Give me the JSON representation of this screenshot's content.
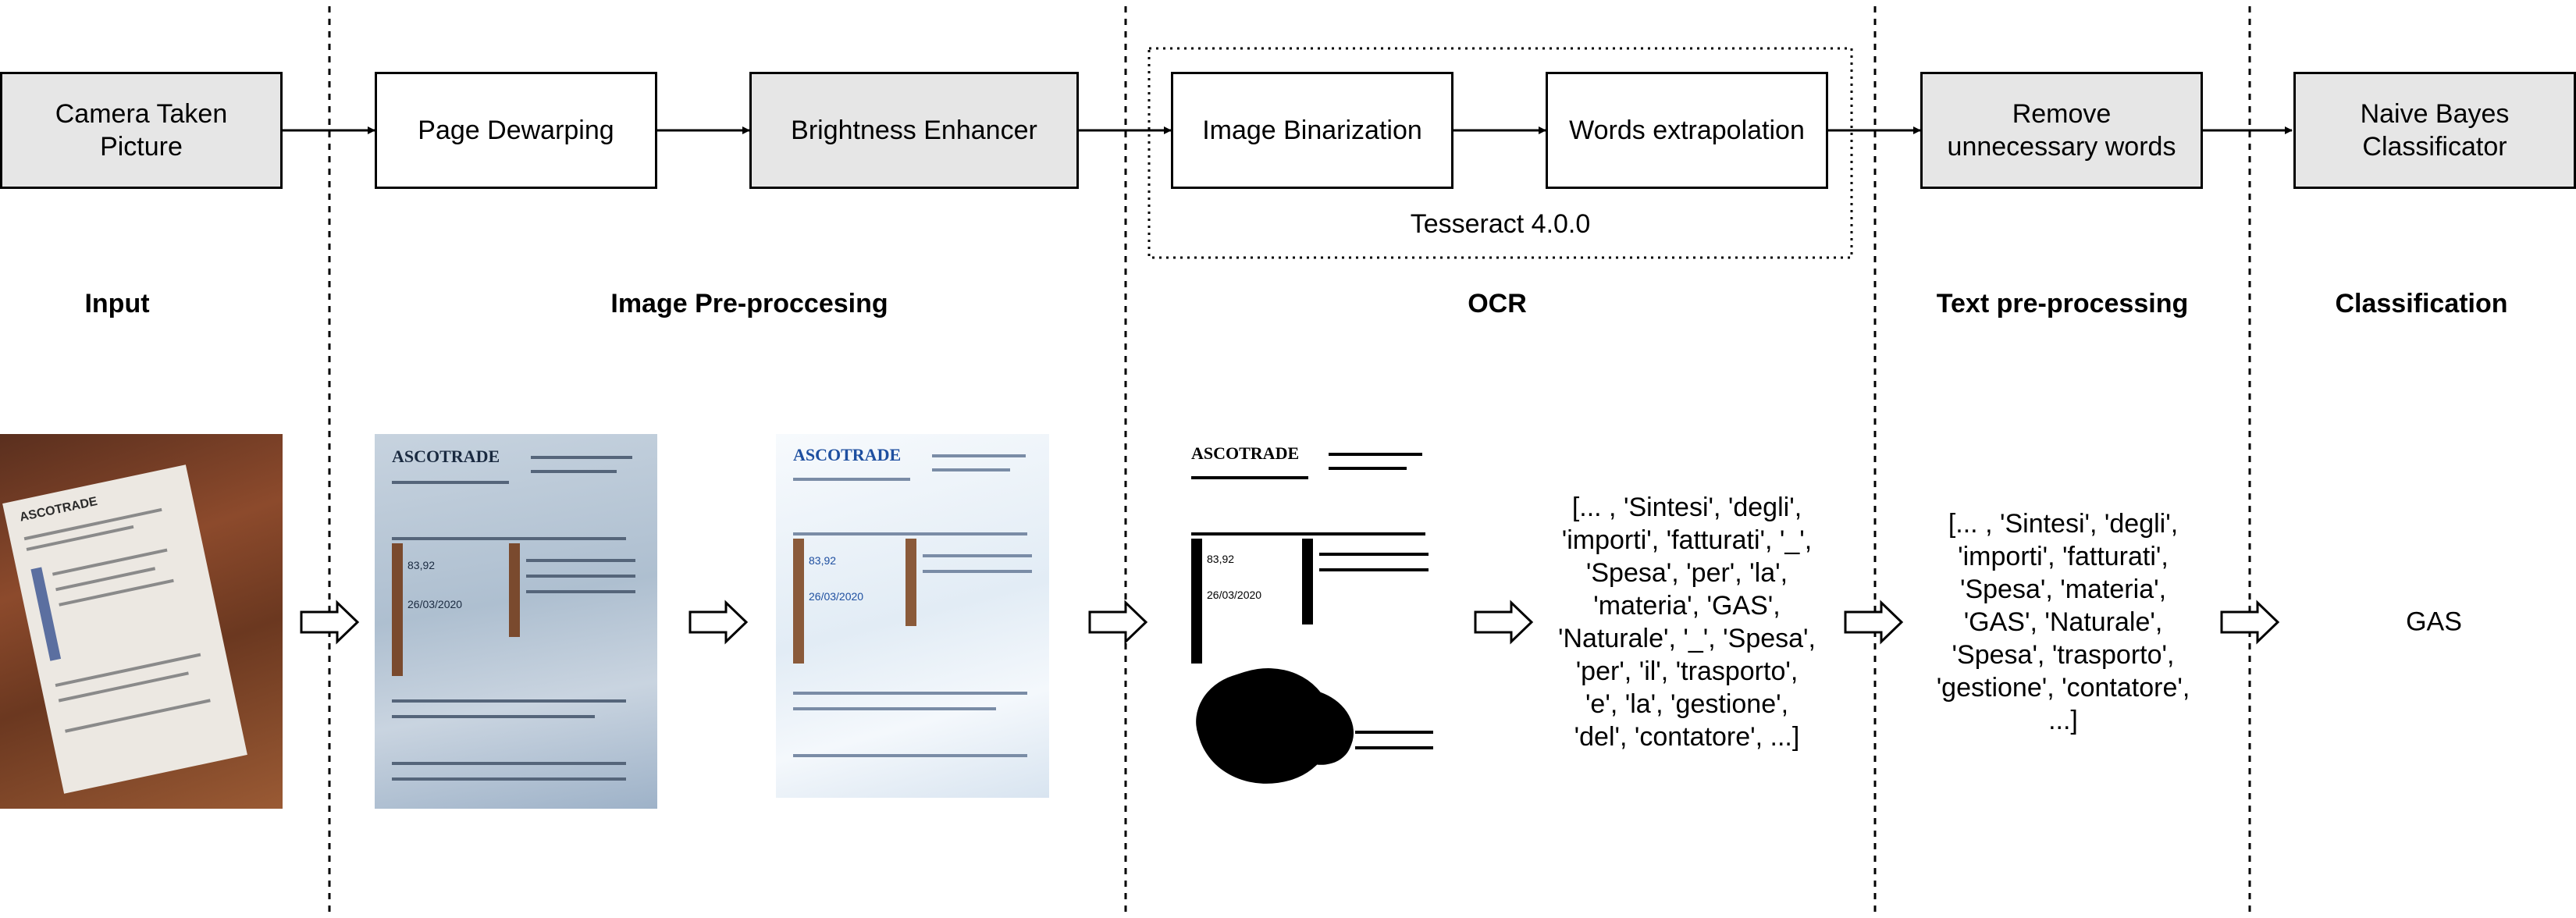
{
  "boxes": {
    "camera": "Camera Taken\nPicture",
    "dewarp": "Page Dewarping",
    "brightness": "Brightness Enhancer",
    "binarization": "Image Binarization",
    "words": "Words extrapolation",
    "remove": "Remove\nunnecessary words",
    "naive": "Naive Bayes\nClassificator"
  },
  "group_label": "Tesseract 4.0.0",
  "stages": {
    "input": "Input",
    "preprocessing": "Image Pre-proccesing",
    "ocr": "OCR",
    "text": "Text pre-processing",
    "classification": "Classification"
  },
  "ocr_words": "[... , 'Sintesi', 'degli',\n'importi', 'fatturati', '_',\n'Spesa', 'per', 'la',\n'materia', 'GAS',\n'Naturale', '_', 'Spesa',\n'per', 'il', 'trasporto',\n'e', 'la', 'gestione',\n'del', 'contatore', ...]",
  "clean_words": "[... , 'Sintesi', 'degli',\n'importi', 'fatturati',\n'Spesa', 'materia',\n'GAS', 'Naturale',\n'Spesa', 'trasporto',\n'gestione', 'contatore',\n...]",
  "result": "GAS",
  "thumbs": {
    "brand": "ASCOTRADE",
    "date": "26/03/2020",
    "amount": "83,92"
  }
}
